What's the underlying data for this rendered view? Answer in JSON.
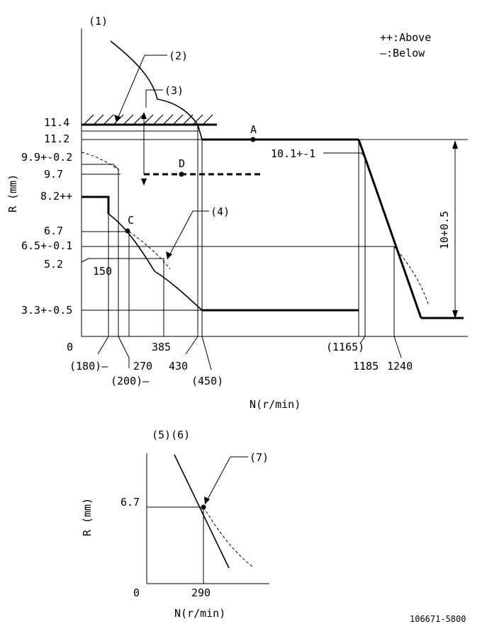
{
  "legend": {
    "above": "++:Above",
    "below": "—:Below"
  },
  "main": {
    "callouts": {
      "c1": "(1)",
      "c2": "(2)",
      "c3": "(3)",
      "c4": "(4)"
    },
    "points": {
      "a": "A",
      "c": "C",
      "d": "D"
    },
    "y_axis_title": "R (mm)",
    "x_axis_title": "N(r/min)",
    "y_ticks": {
      "t11_4": "11.4",
      "t11_2": "11.2",
      "t9_9": "9.9+-0.2",
      "t9_7": "9.7",
      "t8_2": "8.2++",
      "t6_7": "6.7",
      "t6_5": "6.5+-0.1",
      "t5_2": "5.2",
      "t3_3": "3.3+-0.5"
    },
    "x_ticks": {
      "zero": "0",
      "t180": "(180)—",
      "t200": "(200)—",
      "t270": "270",
      "t385": "385",
      "t430": "430",
      "t450": "(450)",
      "t1165": "(1165)",
      "t1185": "1185",
      "t1240": "1240"
    },
    "inline": {
      "v150": "150",
      "v10_1": "10.1+-1",
      "v10_range": "10+0.5"
    }
  },
  "sub": {
    "callouts": {
      "c56": "(5)(6)",
      "c7": "(7)"
    },
    "y_axis_title": "R (mm)",
    "x_axis_title": "N(r/min)",
    "y_tick": "6.7",
    "x_zero": "0",
    "x_tick": "290"
  },
  "footer": {
    "code": "106671-5800"
  }
}
